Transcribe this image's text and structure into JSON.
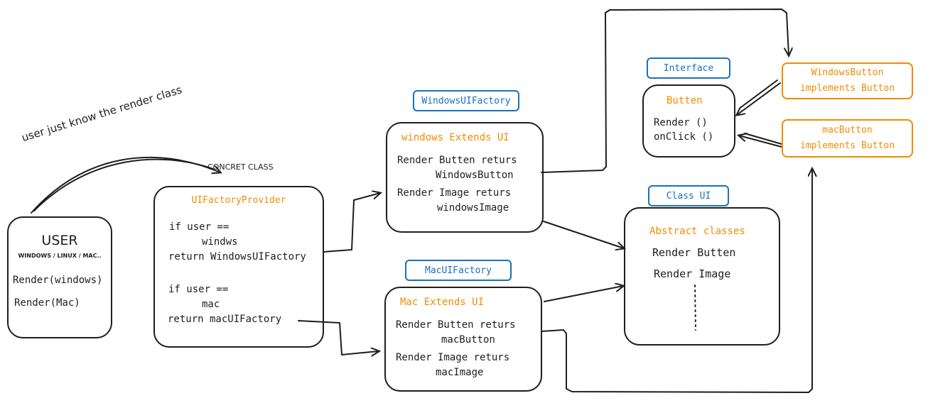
{
  "colors": {
    "stroke": "#1e1e1e",
    "blue": "#1971c2",
    "orange": "#f08c00"
  },
  "annotation": "user just know the render class",
  "concret_label": "CONCRET CLASS",
  "user": {
    "title": "USER",
    "subtitle": "WINDOWS / LINUX / MAC..",
    "line1": "Render(windows)",
    "line2": "Render(Mac)"
  },
  "provider": {
    "title": "UIFactoryProvider",
    "l1": "if user ==",
    "l2": "windws",
    "l3": "return WindowsUIFactory",
    "l4": "if user ==",
    "l5": "mac",
    "l6": "return macUIFactory"
  },
  "windows_factory": {
    "tag": "WindowsUIFactory",
    "title": "windows Extends UI",
    "l1": "Render Butten returs",
    "l2": "WindowsButton",
    "l3": "Render Image returs",
    "l4": "windowsImage"
  },
  "mac_factory": {
    "tag": "MacUIFactory",
    "title": "Mac Extends UI",
    "l1": "Render Butten returs",
    "l2": "macButton",
    "l3": "Render Image returs",
    "l4": "macImage"
  },
  "interface": {
    "tag": "Interface",
    "title": "Butten",
    "l1": "Render ()",
    "l2": "onClick ()"
  },
  "class_ui": {
    "tag": "Class UI",
    "title": "Abstract classes",
    "l1": "Render Butten",
    "l2": "Render Image"
  },
  "windows_button": {
    "l1": "WindowsButton",
    "l2": "implements Button"
  },
  "mac_button": {
    "l1": "macButton",
    "l2": "implements Button"
  }
}
